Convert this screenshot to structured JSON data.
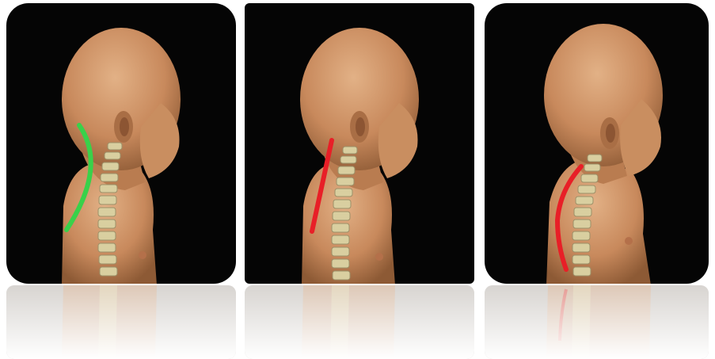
{
  "panels": [
    {
      "label": "normal",
      "curve_color": "#39d14a"
    },
    {
      "label": "straight",
      "curve_color": "#e81f27"
    },
    {
      "label": "kyphotic",
      "curve_color": "#e81f27"
    }
  ]
}
